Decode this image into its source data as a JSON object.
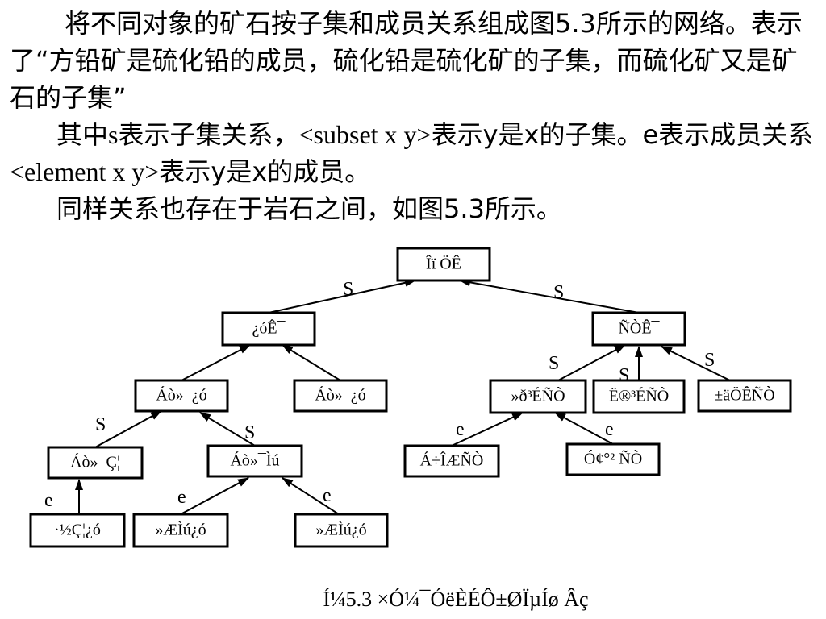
{
  "paragraphs": {
    "p1": "将不同对象的矿石按子集和成员关系组成图5.3所示的网络。表示了“方铅矿是硫化铅的成员，硫化铅是硫化矿的子集，而硫化矿又是矿石的子集”",
    "p2_a": "其中",
    "p2_b": "s",
    "p2_c": "表示子集关系，",
    "p2_d": "<subset  x  y>",
    "p2_e": "表示y是x的子集。e表示成员关系",
    "p2_f": "<element x y>",
    "p2_g": "表示y是x的成员。",
    "p3": "同样关系也存在于岩石之间，如图5.3所示。"
  },
  "diagram": {
    "nodes": [
      {
        "id": "root",
        "label": "Îï ÖÊ"
      },
      {
        "id": "ore",
        "label": "¿óÊ¯"
      },
      {
        "id": "rock",
        "label": "ÑÒÊ¯"
      },
      {
        "id": "ore_a",
        "label": "Áò»¯¿ó"
      },
      {
        "id": "ore_b",
        "label": "Áò»¯¿ó"
      },
      {
        "id": "rock_a",
        "label": "»ð³ÉÑÒ"
      },
      {
        "id": "rock_b",
        "label": "Ë®³ÉÑÒ"
      },
      {
        "id": "rock_c",
        "label": "±äÖÊÑÒ"
      },
      {
        "id": "pb_s",
        "label": "Áò»¯Ç¦"
      },
      {
        "id": "fe_s",
        "label": "Áò»¯Ìú"
      },
      {
        "id": "rock_d",
        "label": "Á÷ÎÆÑÒ"
      },
      {
        "id": "rock_e",
        "label": "Ó¢°² ÑÒ"
      },
      {
        "id": "galena",
        "label": "·½Ç¦¿ó"
      },
      {
        "id": "pyrite_a",
        "label": "»ÆÌú¿ó"
      },
      {
        "id": "pyrite_b",
        "label": "»ÆÌú¿ó"
      }
    ],
    "edges": [
      {
        "from": "ore",
        "to": "root",
        "label": "S"
      },
      {
        "from": "rock",
        "to": "root",
        "label": "S"
      },
      {
        "from": "ore_a",
        "to": "ore",
        "label": ""
      },
      {
        "from": "ore_b",
        "to": "ore",
        "label": ""
      },
      {
        "from": "rock_a",
        "to": "rock",
        "label": "S"
      },
      {
        "from": "rock_b",
        "to": "rock",
        "label": "S"
      },
      {
        "from": "rock_c",
        "to": "rock",
        "label": "S"
      },
      {
        "from": "pb_s",
        "to": "ore_a",
        "label": "S"
      },
      {
        "from": "fe_s",
        "to": "ore_a",
        "label": "S"
      },
      {
        "from": "rock_d",
        "to": "rock_a",
        "label": "e"
      },
      {
        "from": "rock_e",
        "to": "rock_a",
        "label": "e"
      },
      {
        "from": "galena",
        "to": "pb_s",
        "label": "e"
      },
      {
        "from": "pyrite_a",
        "to": "fe_s",
        "label": "e"
      },
      {
        "from": "pyrite_b",
        "to": "fe_s",
        "label": "e"
      }
    ],
    "caption": "Í¼5.3 ×Ó¼¯ÓëÈÉÔ±ØÏµÍø Âç"
  }
}
